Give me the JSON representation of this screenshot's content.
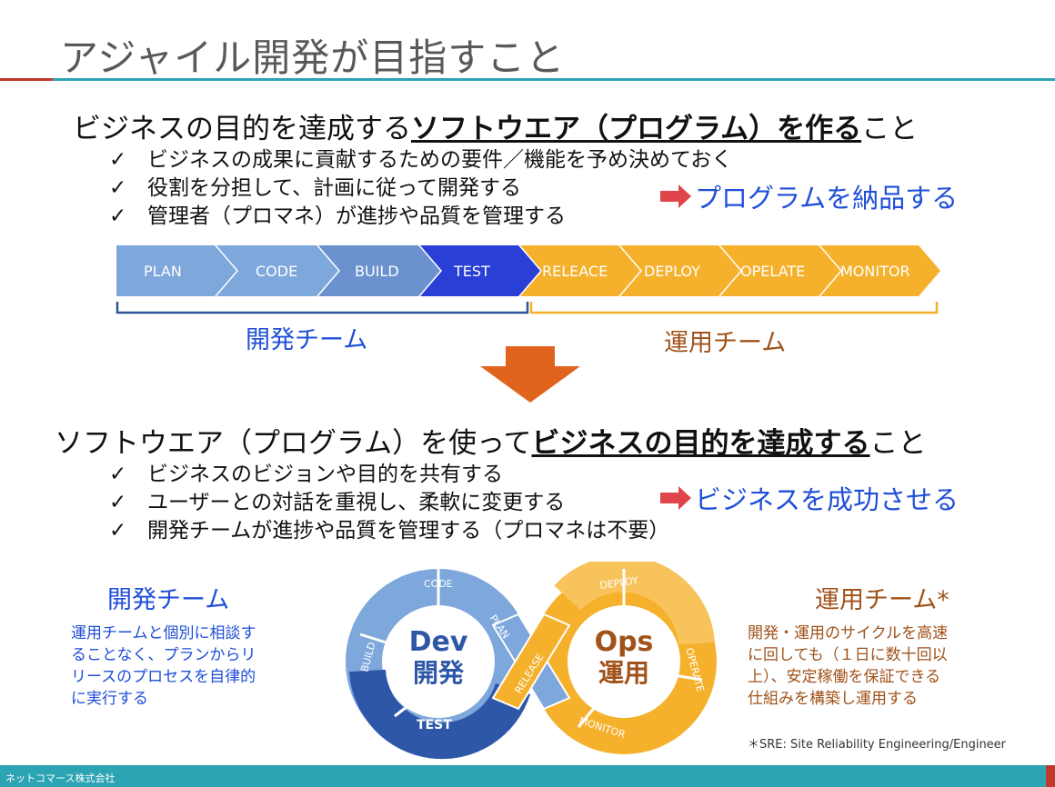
{
  "title": "アジャイル開発が目指すこと",
  "section1": {
    "headline_pre": "ビジネスの目的を達成する",
    "headline_bold": "ソフトウエア（プログラム）を作る",
    "headline_post": "こと",
    "bullets": [
      "ビジネスの成果に貢献するための要件／機能を予め決めておく",
      "役割を分担して、計画に従って開発する",
      "管理者（プロマネ）が進捗や品質を管理する"
    ],
    "result": "プログラムを納品する"
  },
  "pipeline": {
    "stages": [
      "PLAN",
      "CODE",
      "BUILD",
      "TEST",
      "RELEACE",
      "DEPLOY",
      "OPELATE",
      "MONITOR"
    ],
    "dev_label": "開発チーム",
    "ops_label": "運用チーム"
  },
  "section2": {
    "headline_pre": "ソフトウエア（プログラム）を使って",
    "headline_bold": "ビジネスの目的を達成する",
    "headline_post": "こと",
    "bullets": [
      "ビジネスのビジョンや目的を共有する",
      "ユーザーとの対話を重視し、柔軟に変更する",
      "開発チームが進捗や品質を管理する（プロマネは不要）"
    ],
    "result": "ビジネスを成功させる"
  },
  "check_mark": "✓",
  "devteam": {
    "title": "開発チーム",
    "text_lines": [
      "運用チームと個別に相談す",
      "ることなく、プランからリ",
      "リースのプロセスを自律的",
      "に実行する"
    ]
  },
  "opsteam": {
    "title": "運用チーム*",
    "text_lines": [
      "開発・運用のサイクルを高速",
      "に回しても（１日に数十回以",
      "上）、安定稼働を保証できる",
      "仕組みを構築し運用する"
    ]
  },
  "loop": {
    "dev_en": "Dev",
    "dev_ja": "開発",
    "ops_en": "Ops",
    "ops_ja": "運用",
    "code": "CODE",
    "plan": "PLAN",
    "build": "BUILD",
    "test": "TEST",
    "release": "RELEASE",
    "deploy": "DEPLOY",
    "operate": "OPERATE",
    "monitor": "MONITOR"
  },
  "footnote": "＊SRE: Site Reliability Engineering/Engineer",
  "footer": "ネットコマース株式会社",
  "colors": {
    "dev_light": "#7ea7db",
    "dev_dark": "#2a3fd6",
    "ops": "#f5b12c",
    "accent_blue": "#1f4fd8",
    "ops_brown": "#a0521a",
    "footer": "#2ca4b4",
    "red_arrow": "#e0454c",
    "down_arrow": "#e0641e"
  }
}
